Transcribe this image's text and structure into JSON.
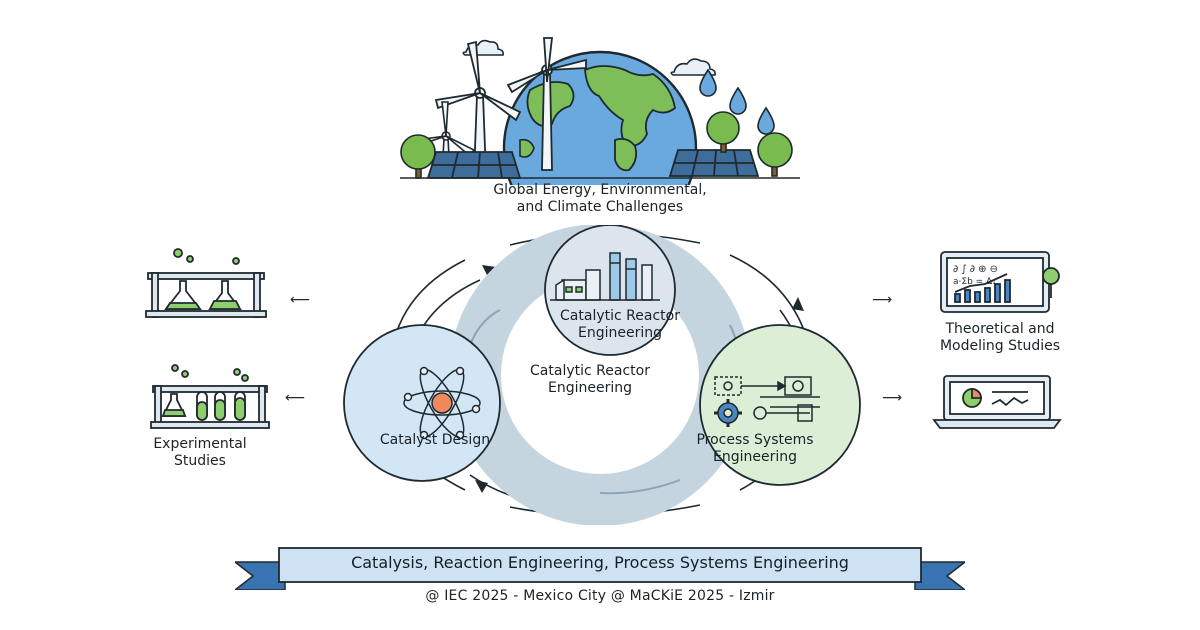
{
  "top": {
    "title_line1": "Global Energy, Environmental,",
    "title_line2": "and Climate Challenges"
  },
  "center": {
    "top_node_line1": "Catalytic Reactor",
    "top_node_line2": "Engineering",
    "middle_line1": "Catalytic Reactor",
    "middle_line2": "Engineering",
    "left_node": "Catalyst Design",
    "right_node_line1": "Process Systems",
    "right_node_line2": "Engineering"
  },
  "left": {
    "label_line1": "Experimental",
    "label_line2": "Studies"
  },
  "right": {
    "label_line1": "Theoretical and",
    "label_line2": "Modeling Studies"
  },
  "banner": {
    "text": "Catalysis, Reaction Engineering, Process Systems Engineering"
  },
  "footer": {
    "text": "@ IEC 2025 - Mexico City  @ MaCKiE 2025 - Izmir"
  },
  "colors": {
    "ring": "#c5d5e0",
    "node_top": "#dce5ee",
    "node_left": "#d3e6f5",
    "node_right": "#dcefd6",
    "banner": "#cfe2f3",
    "banner_tail": "#3a74b0",
    "earth_water": "#6aa9dd",
    "earth_land": "#7dbe58",
    "tree": "#79bb4f",
    "liquid": "#8fce6c"
  }
}
